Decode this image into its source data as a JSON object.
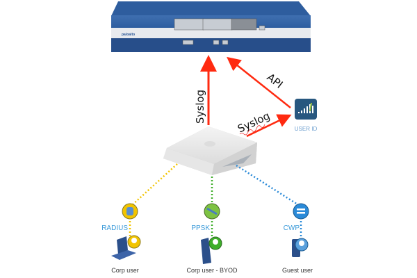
{
  "firewall": {
    "brand": "paloalto"
  },
  "arrows": {
    "syslog_vertical": "Syslog",
    "api": "API",
    "syslog_userid": "Syslog"
  },
  "user_id": {
    "label": "USER ID"
  },
  "colors": {
    "arrow": "#ff2a10",
    "radius": "#f2c400",
    "ppsk": "#3fae2a",
    "cwp": "#2a8ad8",
    "label_blue": "#3a9ad9"
  },
  "clients": [
    {
      "auth": "RADIUS",
      "caption": "Corp user",
      "device": "laptop"
    },
    {
      "auth": "PPSK",
      "caption": "Corp user - BYOD",
      "device": "tablet"
    },
    {
      "auth": "CWP",
      "caption": "Guest user",
      "device": "phone"
    }
  ]
}
